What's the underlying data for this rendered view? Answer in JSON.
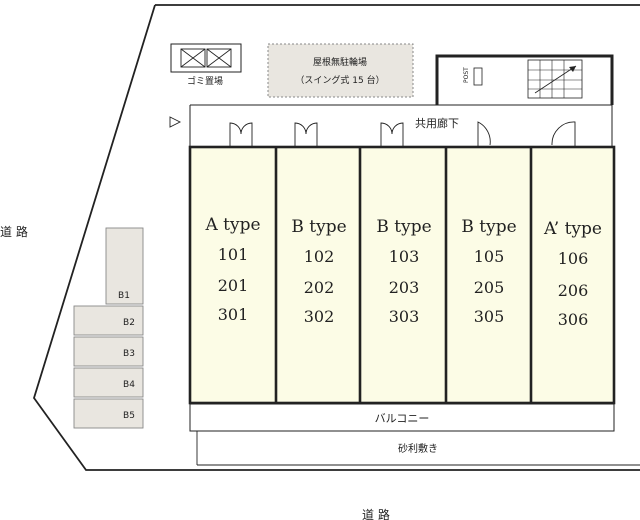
{
  "colors": {
    "unit_fill": "#fcfce6",
    "bay_fill": "#e9e6e0",
    "parking_fill": "#d8d6d2",
    "line": "#222222",
    "thin_line": "#555555"
  },
  "labels": {
    "road_left": "道 路",
    "road_bottom": "道 路",
    "garbage": "ゴミ置場",
    "bike_line1": "屋根無駐輪場",
    "bike_line2": "（スイング式 15 台）",
    "post": "POST",
    "corridor": "共用廊下",
    "balcony": "バルコニー",
    "gravel": "砂利敷き"
  },
  "units": [
    {
      "type": "A type",
      "rooms": [
        "101",
        "201",
        "301"
      ]
    },
    {
      "type": "B type",
      "rooms": [
        "102",
        "202",
        "302"
      ]
    },
    {
      "type": "B type",
      "rooms": [
        "103",
        "203",
        "303"
      ]
    },
    {
      "type": "B type",
      "rooms": [
        "105",
        "205",
        "305"
      ]
    },
    {
      "type": "A’ type",
      "rooms": [
        "106",
        "206",
        "306"
      ]
    }
  ],
  "parking": [
    "B1",
    "B2",
    "B3",
    "B4",
    "B5"
  ],
  "icons": {
    "corridor_arrow": "triangle-arrow-icon",
    "stairs": "stairs-icon",
    "garbage_box": "crossed-box-icon"
  }
}
